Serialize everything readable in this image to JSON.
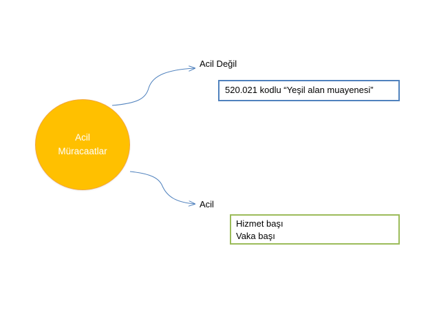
{
  "center_node": {
    "line1": "Acil",
    "line2": "Müracaatlar",
    "fill_color": "#ffc000"
  },
  "branches": [
    {
      "label": "Acil Değil",
      "note_lines": [
        "520.021 kodlu “Yeşil alan muayenesi”"
      ],
      "note_border_color": "#4f81bd"
    },
    {
      "label": "Acil",
      "note_lines": [
        "Hizmet başı",
        "Vaka başı"
      ],
      "note_border_color": "#9bbb59"
    }
  ],
  "connector_color": "#4f81bd"
}
